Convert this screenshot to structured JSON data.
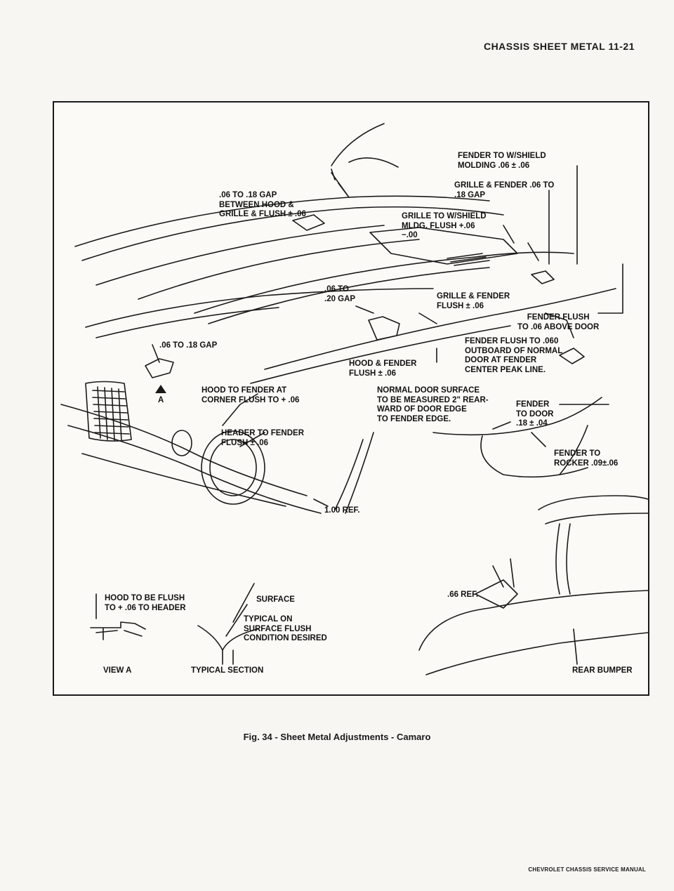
{
  "header": {
    "section_title": "CHASSIS SHEET METAL 11-21"
  },
  "callouts": {
    "fender_to_wshield": "FENDER TO W/SHIELD\nMOLDING .06 ± .06",
    "grille_fender_gap": "GRILLE & FENDER .06 TO\n.18 GAP",
    "gap_hood_grille": ".06 TO .18 GAP\nBETWEEN HOOD &\nGRILLE & FLUSH ± .06",
    "grille_to_wshield": "GRILLE TO W/SHIELD\nMLDG. FLUSH +.06\n−.00",
    "gap_06_20": ".06 TO\n.20 GAP",
    "grille_fender_flush": "GRILLE & FENDER\nFLUSH ± .06",
    "fender_flush_above_door": "FENDER FLUSH\nTO .06 ABOVE DOOR",
    "gap_06_18": ".06 TO .18 GAP",
    "fender_flush_060": "FENDER FLUSH TO .060\nOUTBOARD OF NORMAL\nDOOR AT FENDER\nCENTER PEAK LINE.",
    "hood_fender_flush": "HOOD & FENDER\nFLUSH ± .06",
    "hood_fender_corner": "HOOD TO FENDER AT\nCORNER FLUSH TO + .06",
    "normal_door_surface": "NORMAL DOOR SURFACE\nTO BE MEASURED 2\" REAR-\nWARD OF DOOR EDGE\nTO FENDER EDGE.",
    "fender_to_door": "FENDER\nTO DOOR\n.18 ± .04",
    "header_to_fender": "HEADER TO FENDER\nFLUSH ± .06",
    "fender_to_rocker": "FENDER TO\nROCKER .09±.06",
    "ref_100": "1.00 REF.",
    "ref_066": ".66 REF.",
    "hood_flush_header": "HOOD TO BE FLUSH\nTO + .06 TO HEADER",
    "surface": "SURFACE",
    "typical_on_surface": "TYPICAL ON\nSURFACE FLUSH\nCONDITION DESIRED",
    "view_a": "VIEW A",
    "typical_section": "TYPICAL SECTION",
    "rear_bumper": "REAR BUMPER",
    "marker_a": "A"
  },
  "caption": "Fig. 34 - Sheet Metal Adjustments - Camaro",
  "footer": "CHEVROLET CHASSIS SERVICE MANUAL",
  "colors": {
    "ink": "#1a1a1a",
    "paper": "#f7f6f2"
  }
}
